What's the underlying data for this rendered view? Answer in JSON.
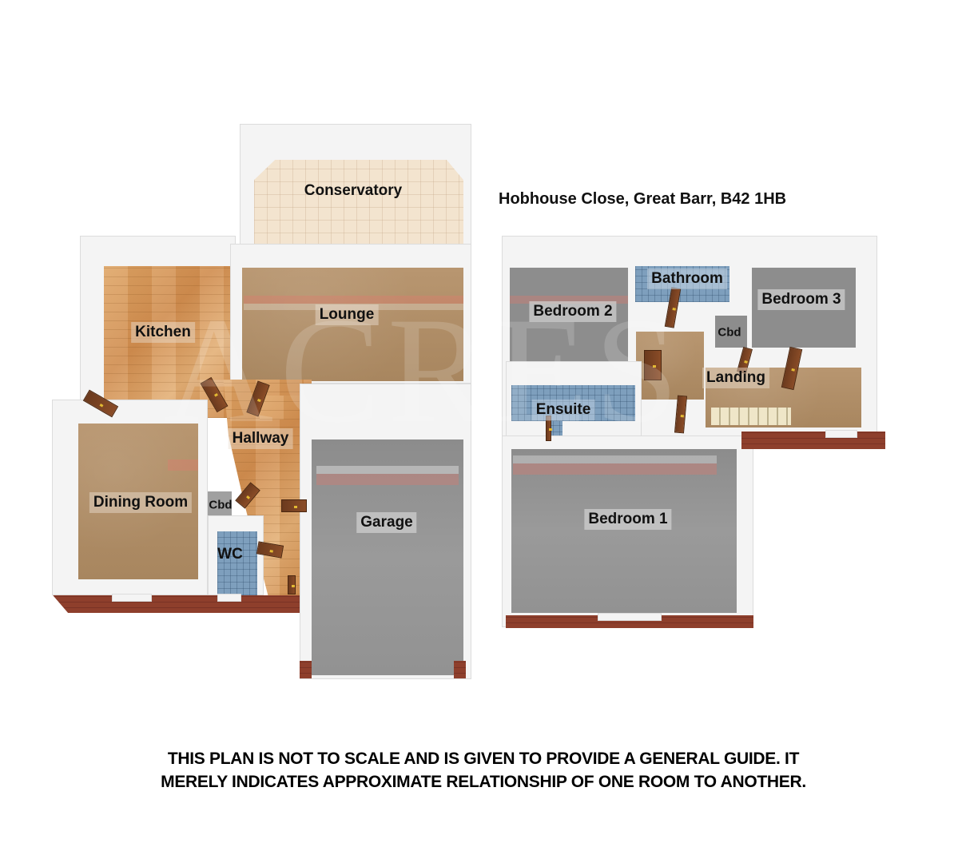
{
  "address": "Hobhouse Close, Great Barr, B42 1HB",
  "watermark": "ACRES",
  "disclaimer": "THIS PLAN IS NOT TO SCALE AND IS GIVEN TO PROVIDE A GENERAL GUIDE. IT MERELY INDICATES APPROXIMATE RELATIONSHIP OF ONE ROOM TO ANOTHER.",
  "ground_floor": {
    "rooms": {
      "conservatory": "Conservatory",
      "kitchen": "Kitchen",
      "lounge": "Lounge",
      "hallway": "Hallway",
      "dining_room": "Dining Room",
      "cbd": "Cbd",
      "wc": "WC",
      "garage": "Garage"
    }
  },
  "first_floor": {
    "rooms": {
      "bedroom_2": "Bedroom 2",
      "bathroom": "Bathroom",
      "bedroom_3": "Bedroom 3",
      "cbd": "Cbd",
      "landing": "Landing",
      "ensuite": "Ensuite",
      "bedroom_1": "Bedroom 1"
    }
  },
  "colors": {
    "wood_floor": "#d9995c",
    "carpet": "#b0906a",
    "cream_tile": "#f3e4cf",
    "blue_tile": "#7e9fbd",
    "grey_floor": "#8f8f8f",
    "brick": "#8e3f2c",
    "wall": "#f4f4f4"
  }
}
